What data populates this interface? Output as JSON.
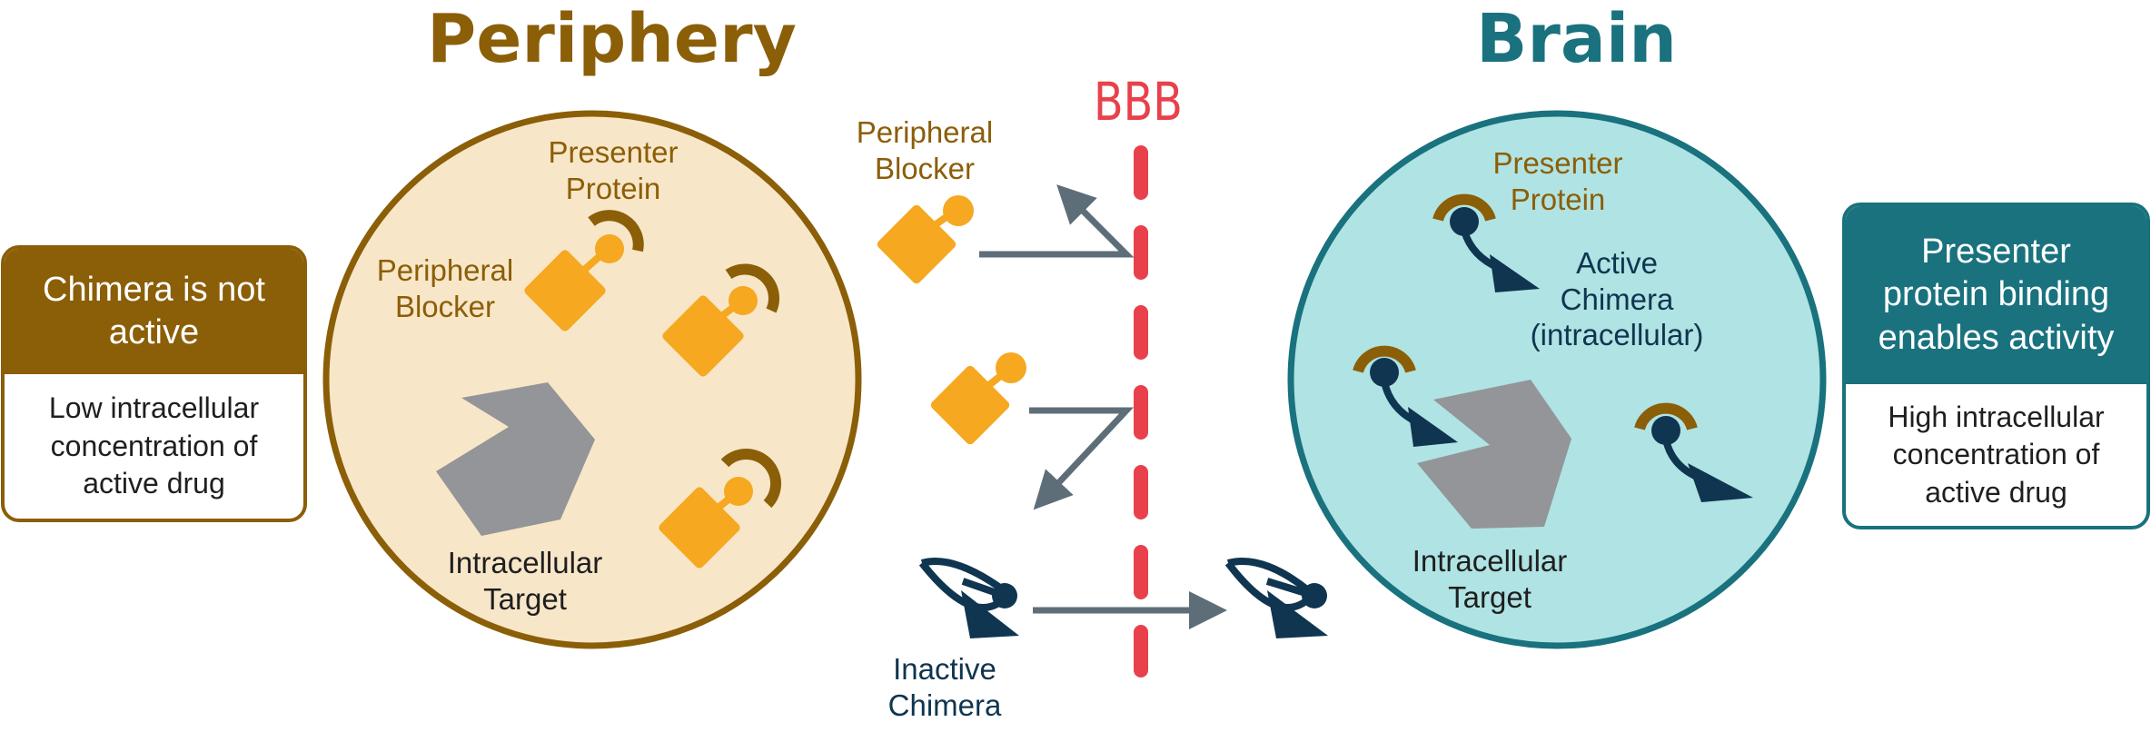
{
  "colors": {
    "brown": "#8B5E08",
    "gold": "#F5A820",
    "teal": "#19727E",
    "navy": "#0F3550",
    "gray": "#939598",
    "arrow_gray": "#5E6E78",
    "bbb_red": "#E8414B",
    "periphery_fill": "#F8E6C8",
    "brain_fill": "#B0E3E3"
  },
  "headings": {
    "periphery": "Periphery",
    "brain": "Brain",
    "bbb": "BBB"
  },
  "left_box": {
    "header": "Chimera is not active",
    "body": "Low intracellular concentration of active drug"
  },
  "right_box": {
    "header": "Presenter protein binding enables activity",
    "body": "High intracellular concentration of active drug"
  },
  "periphery": {
    "presenter_label": "Presenter Protein",
    "blocker_label": "Peripheral Blocker",
    "target_label": "Intracellular Target"
  },
  "middle": {
    "blocker_label": "Peripheral Blocker",
    "chimera_label": "Inactive Chimera"
  },
  "brain": {
    "presenter_label": "Presenter Protein",
    "chimera_label": "Active Chimera (intracellular)",
    "target_label": "Intracellular Target"
  }
}
